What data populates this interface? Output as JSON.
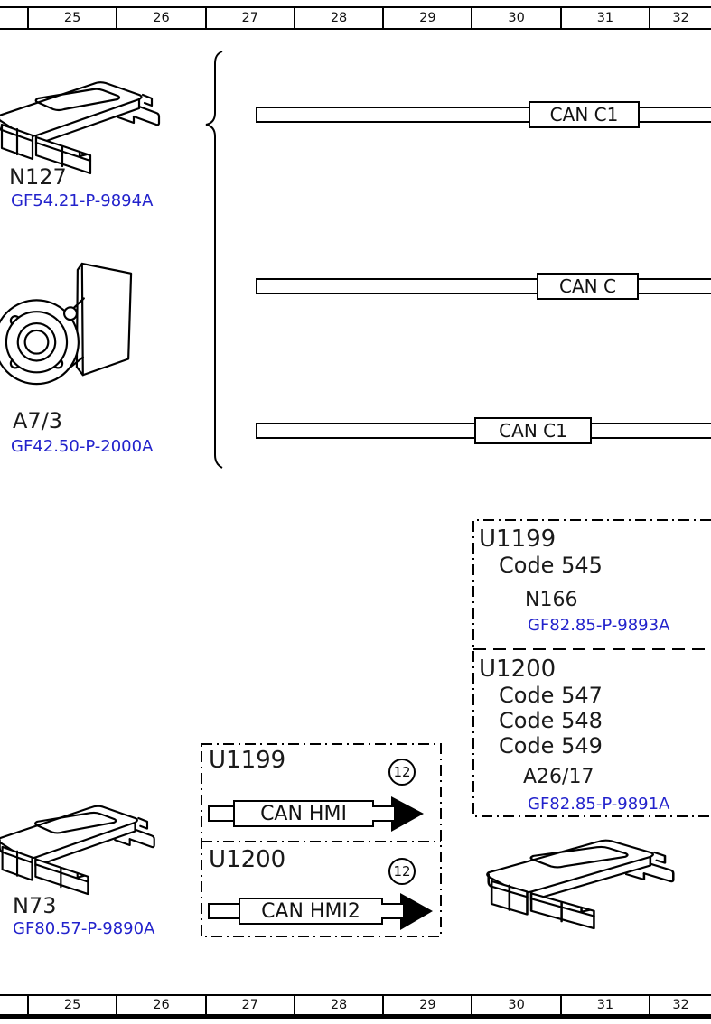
{
  "colors": {
    "line": "#000000",
    "text": "#1a1a1a",
    "link_blue": "#2222cc",
    "background": "#ffffff"
  },
  "ruler": {
    "cells": [
      "25",
      "26",
      "27",
      "28",
      "29",
      "30",
      "31",
      "32"
    ]
  },
  "modules": {
    "n127": {
      "label": "N127",
      "link": "GF54.21-P-9894A",
      "illustration": "control-unit"
    },
    "a7_3": {
      "label": "A7/3",
      "link": "GF42.50-P-2000A",
      "illustration": "camera"
    },
    "n73": {
      "label": "N73",
      "link": "GF80.57-P-9890A",
      "illustration": "control-unit"
    },
    "a26_17_image": {
      "illustration": "control-unit"
    }
  },
  "bus_wires": [
    {
      "label": "CAN C1"
    },
    {
      "label": "CAN C"
    },
    {
      "label": "CAN C1"
    }
  ],
  "variant_boxes": {
    "u1199_info": {
      "title": "U1199",
      "codes": [
        "Code 545"
      ],
      "component": "N166",
      "link": "GF82.85-P-9893A"
    },
    "u1200_info": {
      "title": "U1200",
      "codes": [
        "Code 547",
        "Code 548",
        "Code 549"
      ],
      "component": "A26/17",
      "link": "GF82.85-P-9891A"
    }
  },
  "hmi_boxes": {
    "u1199": {
      "title": "U1199",
      "badge": "12",
      "wire_label": "CAN HMI"
    },
    "u1200": {
      "title": "U1200",
      "badge": "12",
      "wire_label": "CAN HMI2"
    }
  }
}
